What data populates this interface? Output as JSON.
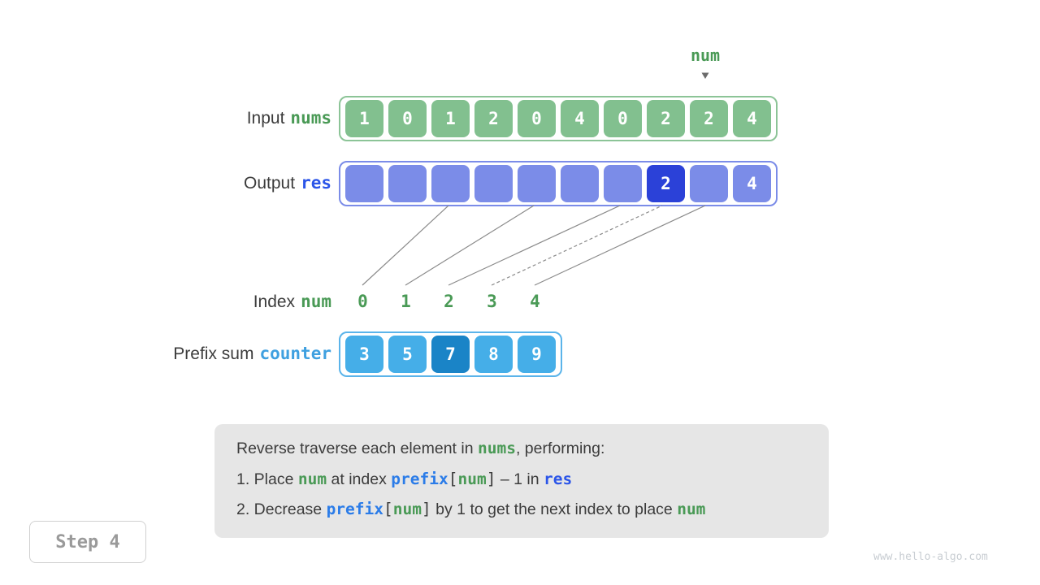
{
  "pointer": {
    "label": "num",
    "arrow_icon": "chevron-down-icon",
    "target_index": 7
  },
  "rows": {
    "input": {
      "label": "Input",
      "var": "nums",
      "values": [
        "1",
        "0",
        "1",
        "2",
        "0",
        "4",
        "0",
        "2",
        "2",
        "4"
      ]
    },
    "output": {
      "label": "Output",
      "var": "res",
      "values": [
        "",
        "",
        "",
        "",
        "",
        "",
        "",
        "2",
        "",
        "4"
      ],
      "highlight_index": 7
    },
    "index": {
      "label": "Index",
      "var": "num",
      "values": [
        "0",
        "1",
        "2",
        "3",
        "4"
      ]
    },
    "prefix": {
      "label": "Prefix sum",
      "var": "counter",
      "values": [
        "3",
        "5",
        "7",
        "8",
        "9"
      ],
      "highlight_index": 2
    }
  },
  "connectors": [
    {
      "from_index_label": "0",
      "to_output_cell": 2,
      "style": "solid"
    },
    {
      "from_index_label": "1",
      "to_output_cell": 4,
      "style": "solid"
    },
    {
      "from_index_label": "2",
      "to_output_cell": 6,
      "style": "solid"
    },
    {
      "from_index_label": "3",
      "to_output_cell": 7,
      "style": "dashed"
    },
    {
      "from_index_label": "4",
      "to_output_cell": 8,
      "style": "solid"
    }
  ],
  "caption": {
    "line1": {
      "t1": "Reverse traverse each element in ",
      "m1": "nums",
      "t2": ", performing:"
    },
    "line2": {
      "t1": "1. Place ",
      "m1": "num",
      "t2": " at index ",
      "m2": "prefix",
      "b1": "[",
      "m3": "num",
      "b2": "]",
      "t3": " – 1 in ",
      "m4": "res"
    },
    "line3": {
      "t1": "2. Decrease ",
      "m1": "prefix",
      "b1": "[",
      "m2": "num",
      "b2": "]",
      "t2": " by 1 to get the next index to place ",
      "m3": "num"
    }
  },
  "step_badge": "Step 4",
  "watermark": "www.hello-algo.com",
  "colors": {
    "green_cell": "#82c08f",
    "green_text": "#4a9a56",
    "blue_cell": "#7b8ce8",
    "blue_cell_highlight": "#2b41d8",
    "ltblue_cell": "#45aee8",
    "ltblue_cell_highlight": "#1a84c7",
    "caption_bg": "#e6e6e6",
    "text": "#3c3c3c"
  }
}
